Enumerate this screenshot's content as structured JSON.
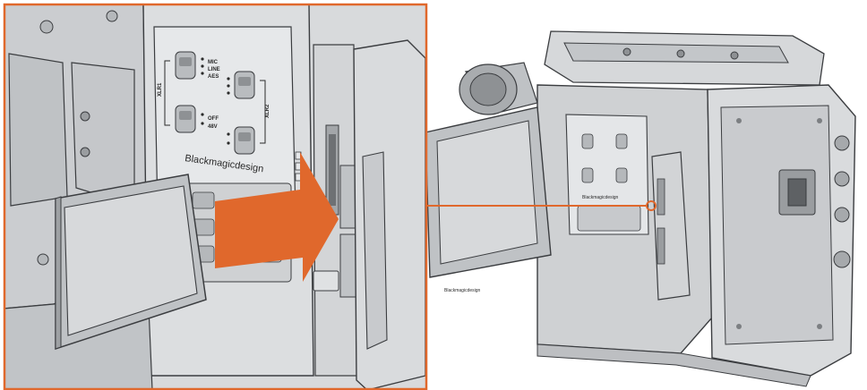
{
  "colors": {
    "accent": "#e0682c",
    "camera_body": "#cfd1d3",
    "camera_shadow": "#8e9194",
    "outline": "#3b3d40",
    "background": "#ffffff"
  },
  "callout": {
    "description_icon": "orange-right-arrow-icon"
  },
  "switch_panel": {
    "group_top_label": "XLR1",
    "group_right_label": "XLR2",
    "input_options": [
      "MIC",
      "LINE",
      "AES"
    ],
    "phantom_options": [
      "OFF",
      "48V"
    ]
  },
  "brand": {
    "logo_text": "Blackmagicdesign",
    "logo_text_small": "Blackmagicdesign"
  }
}
